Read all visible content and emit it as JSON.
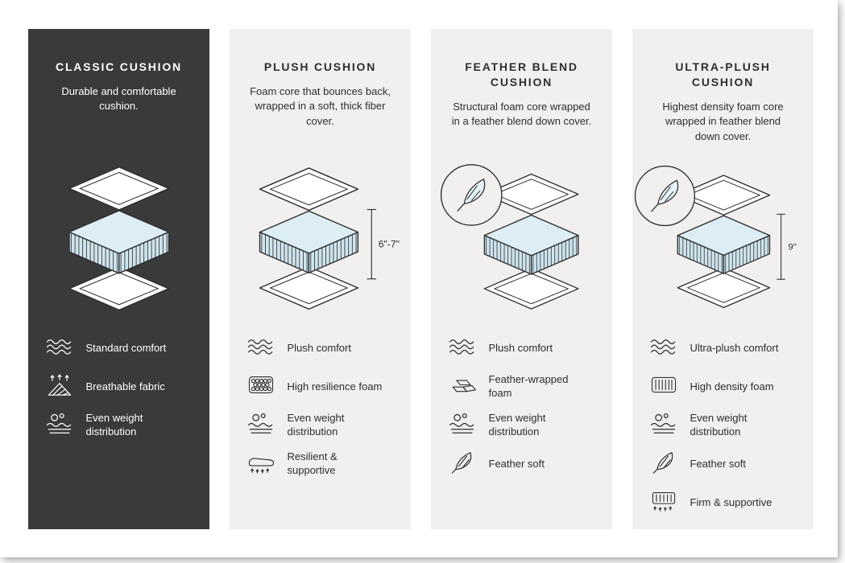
{
  "colors": {
    "dark_panel": "#3b3a3a",
    "light_panel": "#f1f0ee",
    "foam_top": "#dcedf3",
    "foam_side": "#cfe5ee",
    "line": "#2e2e2e",
    "text_light": "#ffffff"
  },
  "columns": [
    {
      "id": "classic",
      "theme": "dark",
      "title": "CLASSIC CUSHION",
      "description": "Durable and comfortable cushion.",
      "features": [
        {
          "icon": "waves-icon",
          "label": "Standard comfort"
        },
        {
          "icon": "breathable-fabric-icon",
          "label": "Breathable fabric"
        },
        {
          "icon": "even-weight-distribution-icon",
          "label": "Even weight distribution"
        }
      ]
    },
    {
      "id": "plush",
      "theme": "light",
      "title": "PLUSH CUSHION",
      "description": "Foam core that bounces back, wrapped in a soft, thick fiber cover.",
      "measurement": "6\"-7\"",
      "features": [
        {
          "icon": "waves-icon",
          "label": "Plush comfort"
        },
        {
          "icon": "foam-bubbles-icon",
          "label": "High resilience foam"
        },
        {
          "icon": "even-weight-distribution-icon",
          "label": "Even weight distribution"
        },
        {
          "icon": "resilient-supportive-icon",
          "label": "Resilient & supportive"
        }
      ]
    },
    {
      "id": "feather-blend",
      "theme": "light",
      "title": "FEATHER BLEND CUSHION",
      "description": "Structural foam core wrapped in a feather blend down cover.",
      "badge": "feather",
      "features": [
        {
          "icon": "waves-icon",
          "label": "Plush comfort"
        },
        {
          "icon": "feather-wrapped-foam-icon",
          "label": "Feather-wrapped foam"
        },
        {
          "icon": "even-weight-distribution-icon",
          "label": "Even weight distribution"
        },
        {
          "icon": "feather-icon",
          "label": "Feather soft"
        }
      ]
    },
    {
      "id": "ultra-plush",
      "theme": "light",
      "title": "ULTRA-PLUSH CUSHION",
      "description": "Highest density foam core wrapped in feather blend down cover.",
      "measurement": "9\"",
      "badge": "feather",
      "features": [
        {
          "icon": "waves-icon",
          "label": "Ultra-plush comfort"
        },
        {
          "icon": "high-density-foam-icon",
          "label": "High density foam"
        },
        {
          "icon": "even-weight-distribution-icon",
          "label": "Even weight distribution"
        },
        {
          "icon": "feather-icon",
          "label": "Feather soft"
        },
        {
          "icon": "firm-supportive-icon",
          "label": "Firm & supportive"
        }
      ]
    }
  ]
}
